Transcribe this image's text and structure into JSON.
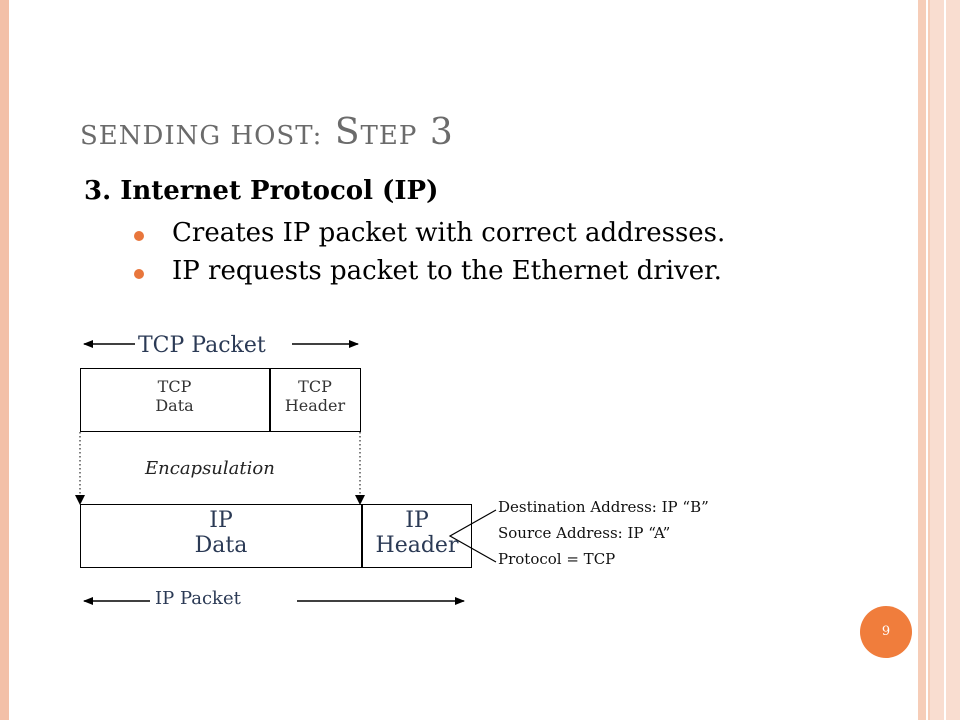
{
  "slide": {
    "title_sc": "SENDING HOST:",
    "title_rest_first": "S",
    "title_rest_small": "TEP",
    "title_rest_num": " 3",
    "heading": "3. Internet Protocol (IP)",
    "bullets": [
      "Creates IP packet with correct addresses.",
      "IP requests packet to the Ethernet driver."
    ],
    "page_number": "9"
  },
  "diagram": {
    "tcp_packet_label": "TCP Packet",
    "tcp_data_line1": "TCP",
    "tcp_data_line2": "Data",
    "tcp_header_line1": "TCP",
    "tcp_header_line2": "Header",
    "encapsulation_label": "Encapsulation",
    "ip_data_line1": "IP",
    "ip_data_line2": "Data",
    "ip_header_line1": "IP",
    "ip_header_line2": "Header",
    "ip_packet_label": "IP Packet",
    "header_fields": [
      "Destination Address: IP “B”",
      "Source Address: IP “A”",
      "Protocol = TCP"
    ]
  },
  "colors": {
    "accent": "#f07d3c",
    "border": "#f3c0a8",
    "title": "#6b6b6b"
  }
}
